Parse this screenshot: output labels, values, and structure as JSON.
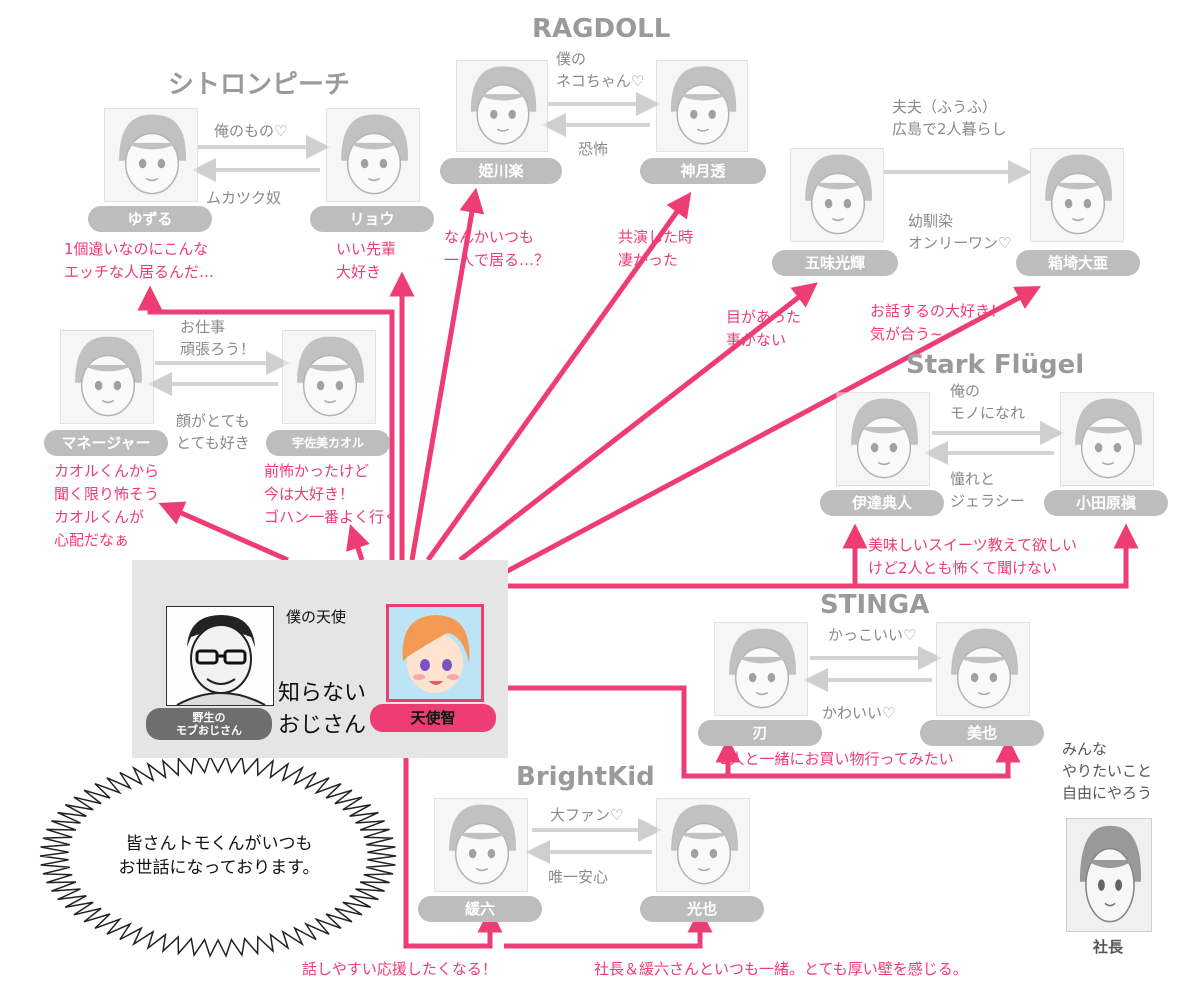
{
  "groups": {
    "citron": "シトロンピーチ",
    "ragdoll": "RAGDOLL",
    "stark": "Stark Flügel",
    "stinga": "STINGA",
    "brightkid": "BrightKid"
  },
  "names": {
    "yuzuru": "ゆずる",
    "ryou": "リョウ",
    "himekawa": "姫川楽",
    "kamizuki": "神月透",
    "gomi": "五味光輝",
    "hakozaki": "箱埼大亜",
    "manager": "マネージャー",
    "kaoru": "宇佐美カオル",
    "date": "伊達典人",
    "odawara": "小田原槇",
    "jin": "刃",
    "miya": "美也",
    "yuroku": "緩六",
    "mitsuya": "光也",
    "mob": "野生の\nモブおじさん",
    "tomo": "天使智",
    "president": "社長"
  },
  "relations": {
    "yuzuru_to_ryou": "俺のもの♡",
    "ryou_to_yuzuru": "ムカツク奴",
    "himekawa_to_kamizuki": "僕の\nネコちゃん♡",
    "kamizuki_to_himekawa": "恐怖",
    "gomi_hakozaki_top": "夫夫（ふうふ）\n広島で2人暮らし",
    "gomi_hakozaki_bottom": "幼馴染\nオンリーワン♡",
    "manager_to_kaoru": "お仕事\n頑張ろう！",
    "kaoru_to_manager": "顔がとても\nとても好き",
    "date_to_odawara": "俺の\nモノになれ",
    "odawara_to_date": "憧れと\nジェラシー",
    "jin_to_miya": "かっこいい♡",
    "miya_to_jin": "かわいい♡",
    "yuroku_to_mitsuya": "大ファン♡",
    "mitsuya_to_yuroku": "唯一安心",
    "mob_to_tomo": "僕の天使",
    "tomo_to_mob": "知らない\nおじさん"
  },
  "tomo_comments": {
    "yuzuru": "1個違いなのにこんな\nエッチな人居るんだ…",
    "ryou": "いい先輩\n大好き",
    "himekawa": "なんかいつも\n一人で居る…？",
    "kamizuki": "共演した時\n凄かった",
    "gomi": "目があった\n事がない",
    "hakozaki": "お話するの大好き！\n気が合う~",
    "manager": "カオルくんから\n聞く限り怖そう\nカオルくんが\n心配だなぁ",
    "kaoru": "前怖かったけど\n今は大好き！\nゴハン一番よく行く",
    "stark": "美味しいスイーツ教えて欲しい\nけど2人とも怖くて聞けない",
    "stinga": "2人と一緒にお買い物行ってみたい",
    "yuroku": "話しやすい応援したくなる！",
    "mitsuya": "社長＆緩六さんといつも一緒。とても厚い壁を感じる。"
  },
  "president_comment": "みんな\nやりたいこと\n自由にやろう",
  "speech_bubble": "皆さんトモくんがいつも\nお世話になっております。",
  "colors": {
    "accent_pink": "#ee3c74",
    "gray_arrow": "#cfcfcf",
    "tag_gray": "#bdbdbd",
    "tag_dark": "#6e6e6e",
    "center_bg": "#e5e5e5"
  }
}
